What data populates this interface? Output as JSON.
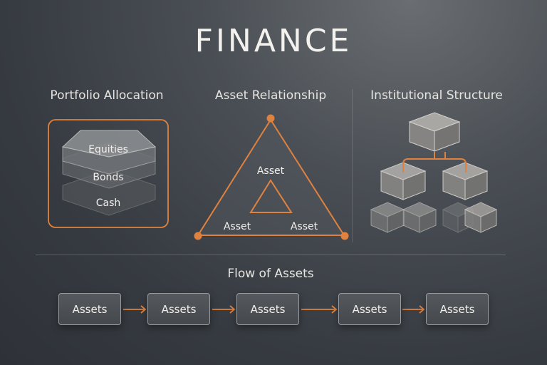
{
  "title": "FINANCE",
  "sections": {
    "portfolio": {
      "title": "Portfolio Allocation",
      "layers": [
        "Equities",
        "Bonds",
        "Cash"
      ]
    },
    "relationship": {
      "title": "Asset Relationship",
      "labels": [
        "Asset",
        "Asset",
        "Asset"
      ]
    },
    "institutional": {
      "title": "Institutional Structure"
    },
    "flow": {
      "title": "Flow of Assets",
      "steps": [
        "Assets",
        "Assets",
        "Assets",
        "Assets",
        "Assets"
      ]
    }
  },
  "colors": {
    "accent": "#e0823f",
    "background": "#3a3f45"
  }
}
